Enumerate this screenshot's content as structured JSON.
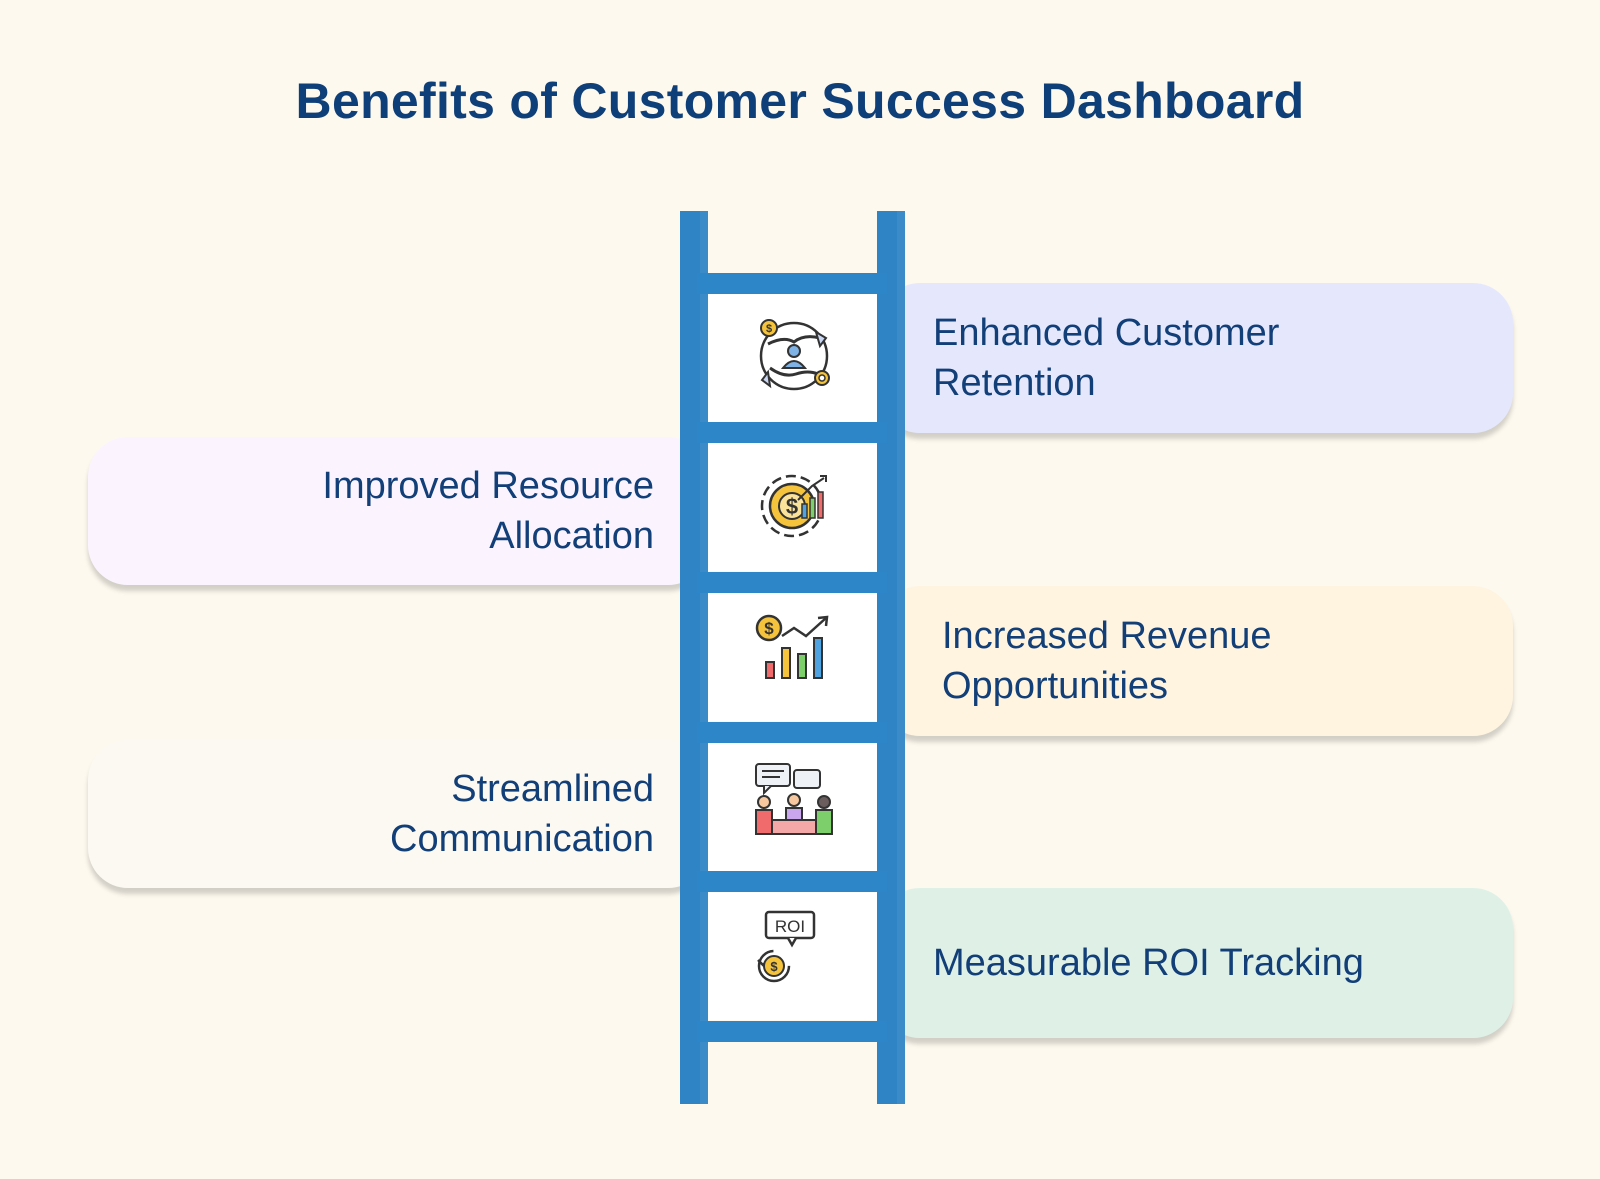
{
  "title": "Benefits of Customer Success Dashboard",
  "benefits": [
    {
      "lines": [
        "Enhanced Customer",
        "Retention"
      ],
      "side": "right",
      "color": "#e5e8fd",
      "icon": "customer-care-icon"
    },
    {
      "lines": [
        "Improved Resource",
        "Allocation"
      ],
      "side": "left",
      "color": "#fbf4ff",
      "icon": "gear-dollar-chart-icon"
    },
    {
      "lines": [
        "Increased Revenue",
        "Opportunities"
      ],
      "side": "right",
      "color": "#fff4e0",
      "icon": "revenue-growth-chart-icon"
    },
    {
      "lines": [
        "Streamlined",
        "Communication"
      ],
      "side": "left",
      "color": "#fbf9f1",
      "icon": "team-meeting-icon"
    },
    {
      "lines": [
        "Measurable ROI Tracking"
      ],
      "side": "right",
      "color": "#dff1e7",
      "icon": "roi-refresh-icon"
    }
  ],
  "roi_icon_text": "ROI",
  "colors": {
    "ladder": "#2e84c4",
    "title": "#0f3f78",
    "text": "#123f78",
    "background": "#fdf9ef"
  }
}
